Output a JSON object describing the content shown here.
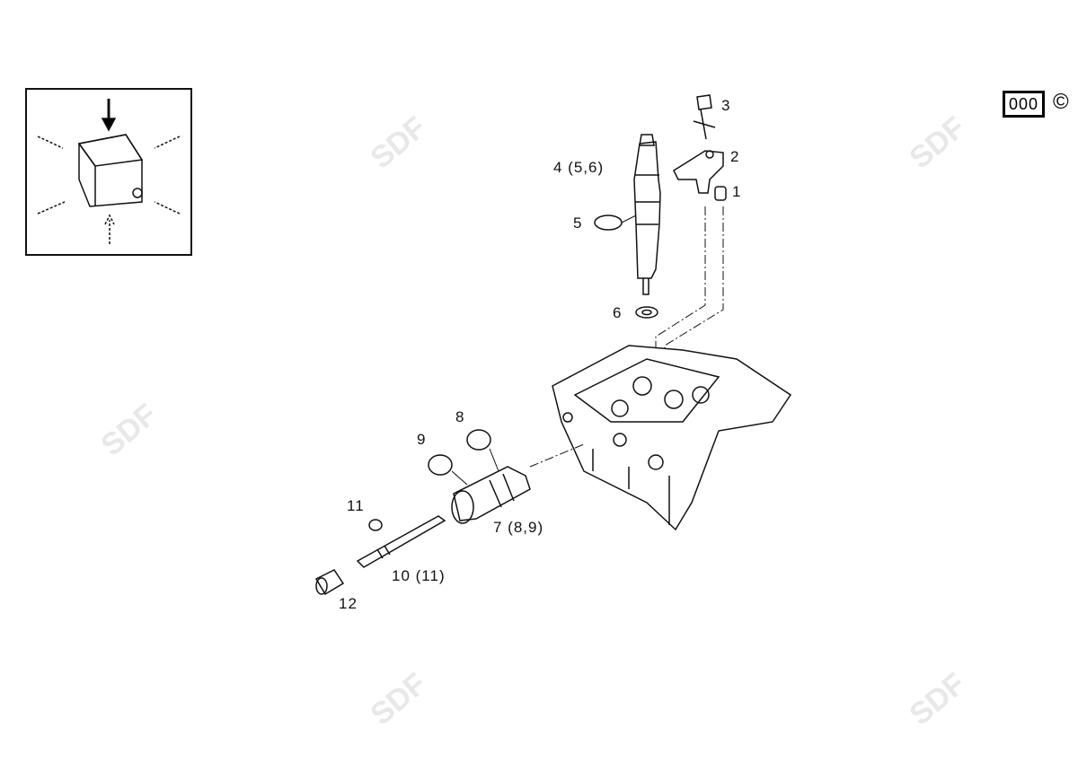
{
  "reference_box": "000",
  "copyright_symbol": "©",
  "watermark": "SDF",
  "callouts": {
    "c1": "1",
    "c2": "2",
    "c3": "3",
    "c4": "4 (5,6)",
    "c5": "5",
    "c6": "6",
    "c7": "7 (8,9)",
    "c8": "8",
    "c9": "9",
    "c10": "10 (11)",
    "c11": "11",
    "c12": "12"
  }
}
